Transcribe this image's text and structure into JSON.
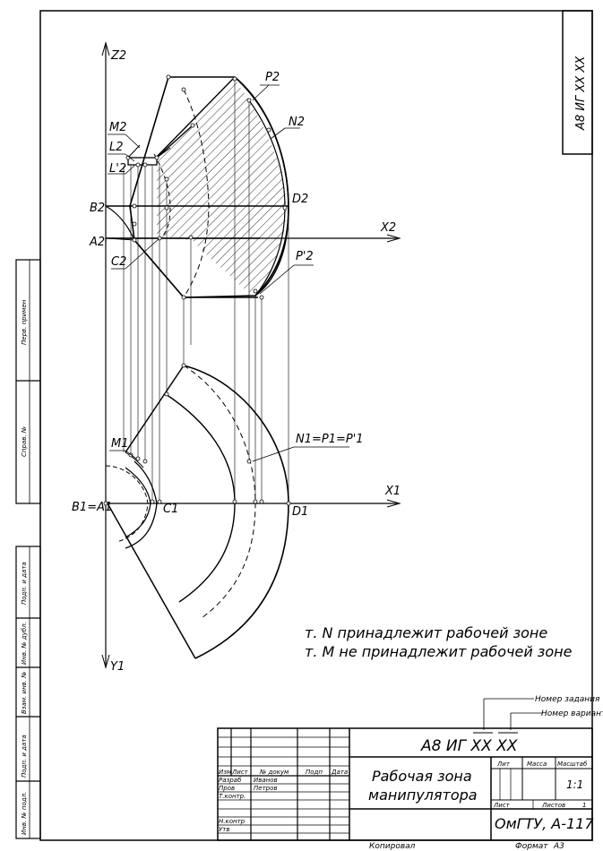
{
  "side_stamp": "А8 ИГ ХХ ХХ",
  "left_strip": [
    "Перв. примен",
    "Справ. №",
    "Подп. и дата",
    "Инв. № дубл.",
    "Взам. инв. №",
    "Подп. и дата",
    "Инв. № подл."
  ],
  "labels": {
    "z2": "Z2",
    "x2": "X2",
    "x1": "X1",
    "y1": "Y1",
    "p2": "P2",
    "n2": "N2",
    "m2": "M2",
    "l2": "L2",
    "l2p": "L'2",
    "b2": "B2",
    "a2": "A2",
    "c2": "C2",
    "d2": "D2",
    "p2p": "P'2",
    "m1": "M1",
    "n1": "N1=P1=P'1",
    "b1a1": "B1=A1",
    "c1": "C1",
    "d1": "D1"
  },
  "notes": {
    "line1": "т. N принадлежит рабочей зоне",
    "line2": "т. M не принадлежит рабочей зоне"
  },
  "legend": {
    "task_number": "Номер задания",
    "variant_number": "Номер варианта"
  },
  "title_block": {
    "designation": "А8 ИГ ХХ ХХ",
    "title_line1": "Рабочая зона",
    "title_line2": "манипулятора",
    "col_izm": "Изм",
    "col_list": "Лист",
    "col_doc": "№ докум",
    "col_podp": "Подп",
    "col_data": "Дата",
    "row_razrab": "Разраб",
    "row_prov": "Пров",
    "row_tkontr": "Т.контр.",
    "row_nkontr": "Н.контр",
    "row_utv": "Утв",
    "name_razrab": "Иванов",
    "name_prov": "Петров",
    "lit": "Лит",
    "massa": "Масса",
    "masshtab": "Масштаб",
    "scale_value": "1:1",
    "sheet": "Лист",
    "sheets": "Листов",
    "sheets_value": "1",
    "org": "ОмГТУ, А-117",
    "copied": "Копировал",
    "format": "Формат",
    "format_value": "А3"
  }
}
